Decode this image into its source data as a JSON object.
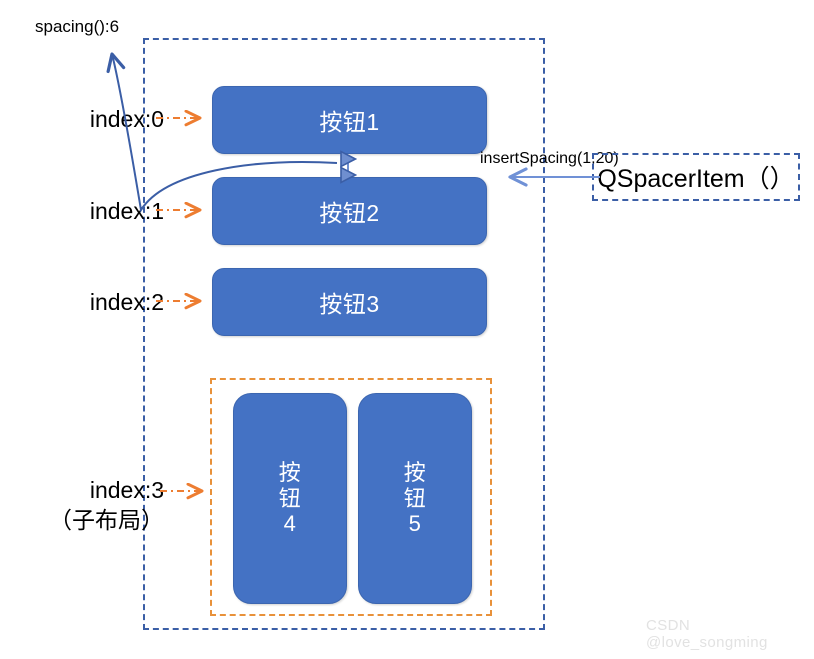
{
  "diagram": {
    "title_note": "Qt layout index diagram",
    "spacing_label": "spacing():6",
    "insert_spacing_label": "insertSpacing(1,20)",
    "spacer_item_label": "QSpacerItem（）",
    "watermark": "CSDN @love_songming",
    "colors": {
      "button_fill": "#4472C4",
      "button_text": "#FFFFFF",
      "layout_border": "#3B5EA6",
      "sublayout_border": "#E8913A",
      "index_arrow": "#ED7D31",
      "callout_arrow": "#4472C4",
      "watermark": "#E2E2E2",
      "background": "#FFFFFF"
    },
    "index_labels": [
      {
        "text": "index:0"
      },
      {
        "text": "index:1"
      },
      {
        "text": "index:2"
      },
      {
        "text": "index:3\n（子布局）"
      }
    ],
    "buttons": [
      {
        "label": "按钮1"
      },
      {
        "label": "按钮2"
      },
      {
        "label": "按钮3"
      },
      {
        "label": "按\n钮\n4"
      },
      {
        "label": "按\n钮\n5"
      }
    ]
  }
}
